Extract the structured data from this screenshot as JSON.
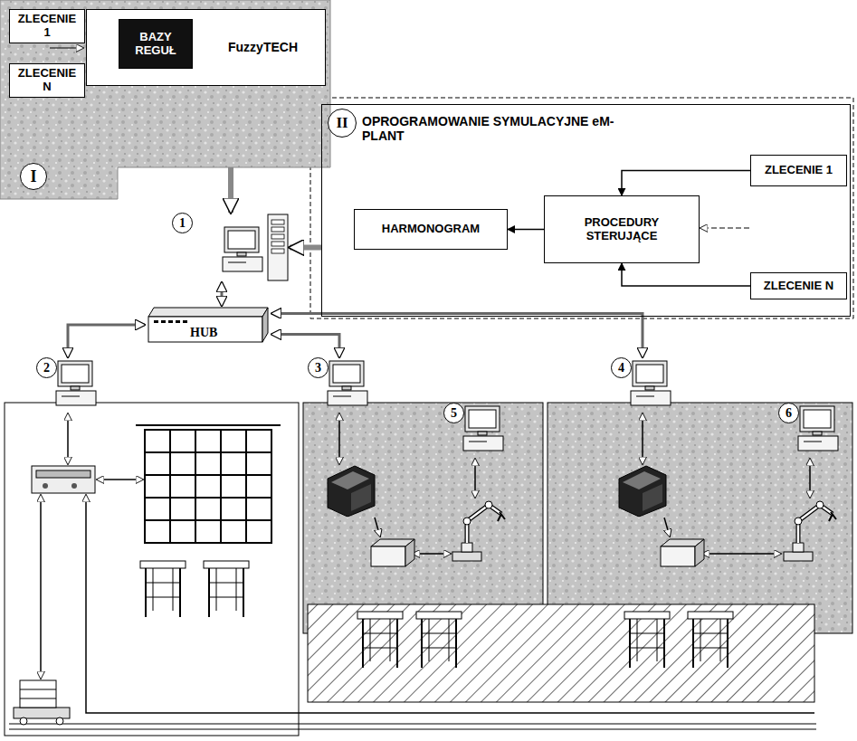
{
  "diagram": {
    "nodes": [
      {
        "text": [
          "I"
        ]
      },
      {
        "text": [
          "FuzzyTECH"
        ],
        "in": 0
      },
      {
        "text": [
          "BAZY REGUŁ"
        ],
        "in": 1
      },
      {
        "text": [
          "ZLECENIE 1"
        ],
        "in": 0
      },
      {
        "text": [
          "ZLECENIE N"
        ],
        "in": 0
      },
      {
        "text": [
          "II",
          "OPROGRAMOWANIE SYMULACYJNE eM-PLANT"
        ]
      },
      {
        "text": [
          "HARMONOGRAM"
        ],
        "in": 5
      },
      {
        "text": [
          "PROCEDURY STERUJĄCE"
        ],
        "in": 5
      },
      {
        "text": [
          "ZLECENIE 1"
        ],
        "in": 5
      },
      {
        "text": [
          "ZLECENIE N"
        ],
        "in": 5
      },
      {
        "text": [
          "HUB"
        ]
      },
      {
        "text": [
          "1"
        ]
      },
      {
        "text": [
          "2"
        ]
      },
      {
        "text": [
          "3"
        ]
      },
      {
        "text": [
          "4"
        ]
      },
      {
        "text": [
          "5"
        ]
      },
      {
        "text": [
          "6"
        ]
      }
    ],
    "edges": [
      {
        "from": 3,
        "to": 1,
        "arrow": "to"
      },
      {
        "from": 4,
        "to": 1,
        "arrow": "to"
      },
      {
        "from": 1,
        "to": 11,
        "arrow": "to"
      },
      {
        "from": 5,
        "to": 11,
        "arrow": "to"
      },
      {
        "from": 7,
        "to": 6,
        "arrow": "to"
      },
      {
        "from": 8,
        "to": 7,
        "arrow": "to"
      },
      {
        "from": 9,
        "to": 7,
        "arrow": "to"
      },
      {
        "from": 11,
        "to": 10,
        "arrow": "both"
      },
      {
        "from": 10,
        "to": 12,
        "arrow": "both"
      },
      {
        "from": 10,
        "to": 13,
        "arrow": "both"
      },
      {
        "from": 10,
        "to": 14,
        "arrow": "both"
      }
    ]
  }
}
